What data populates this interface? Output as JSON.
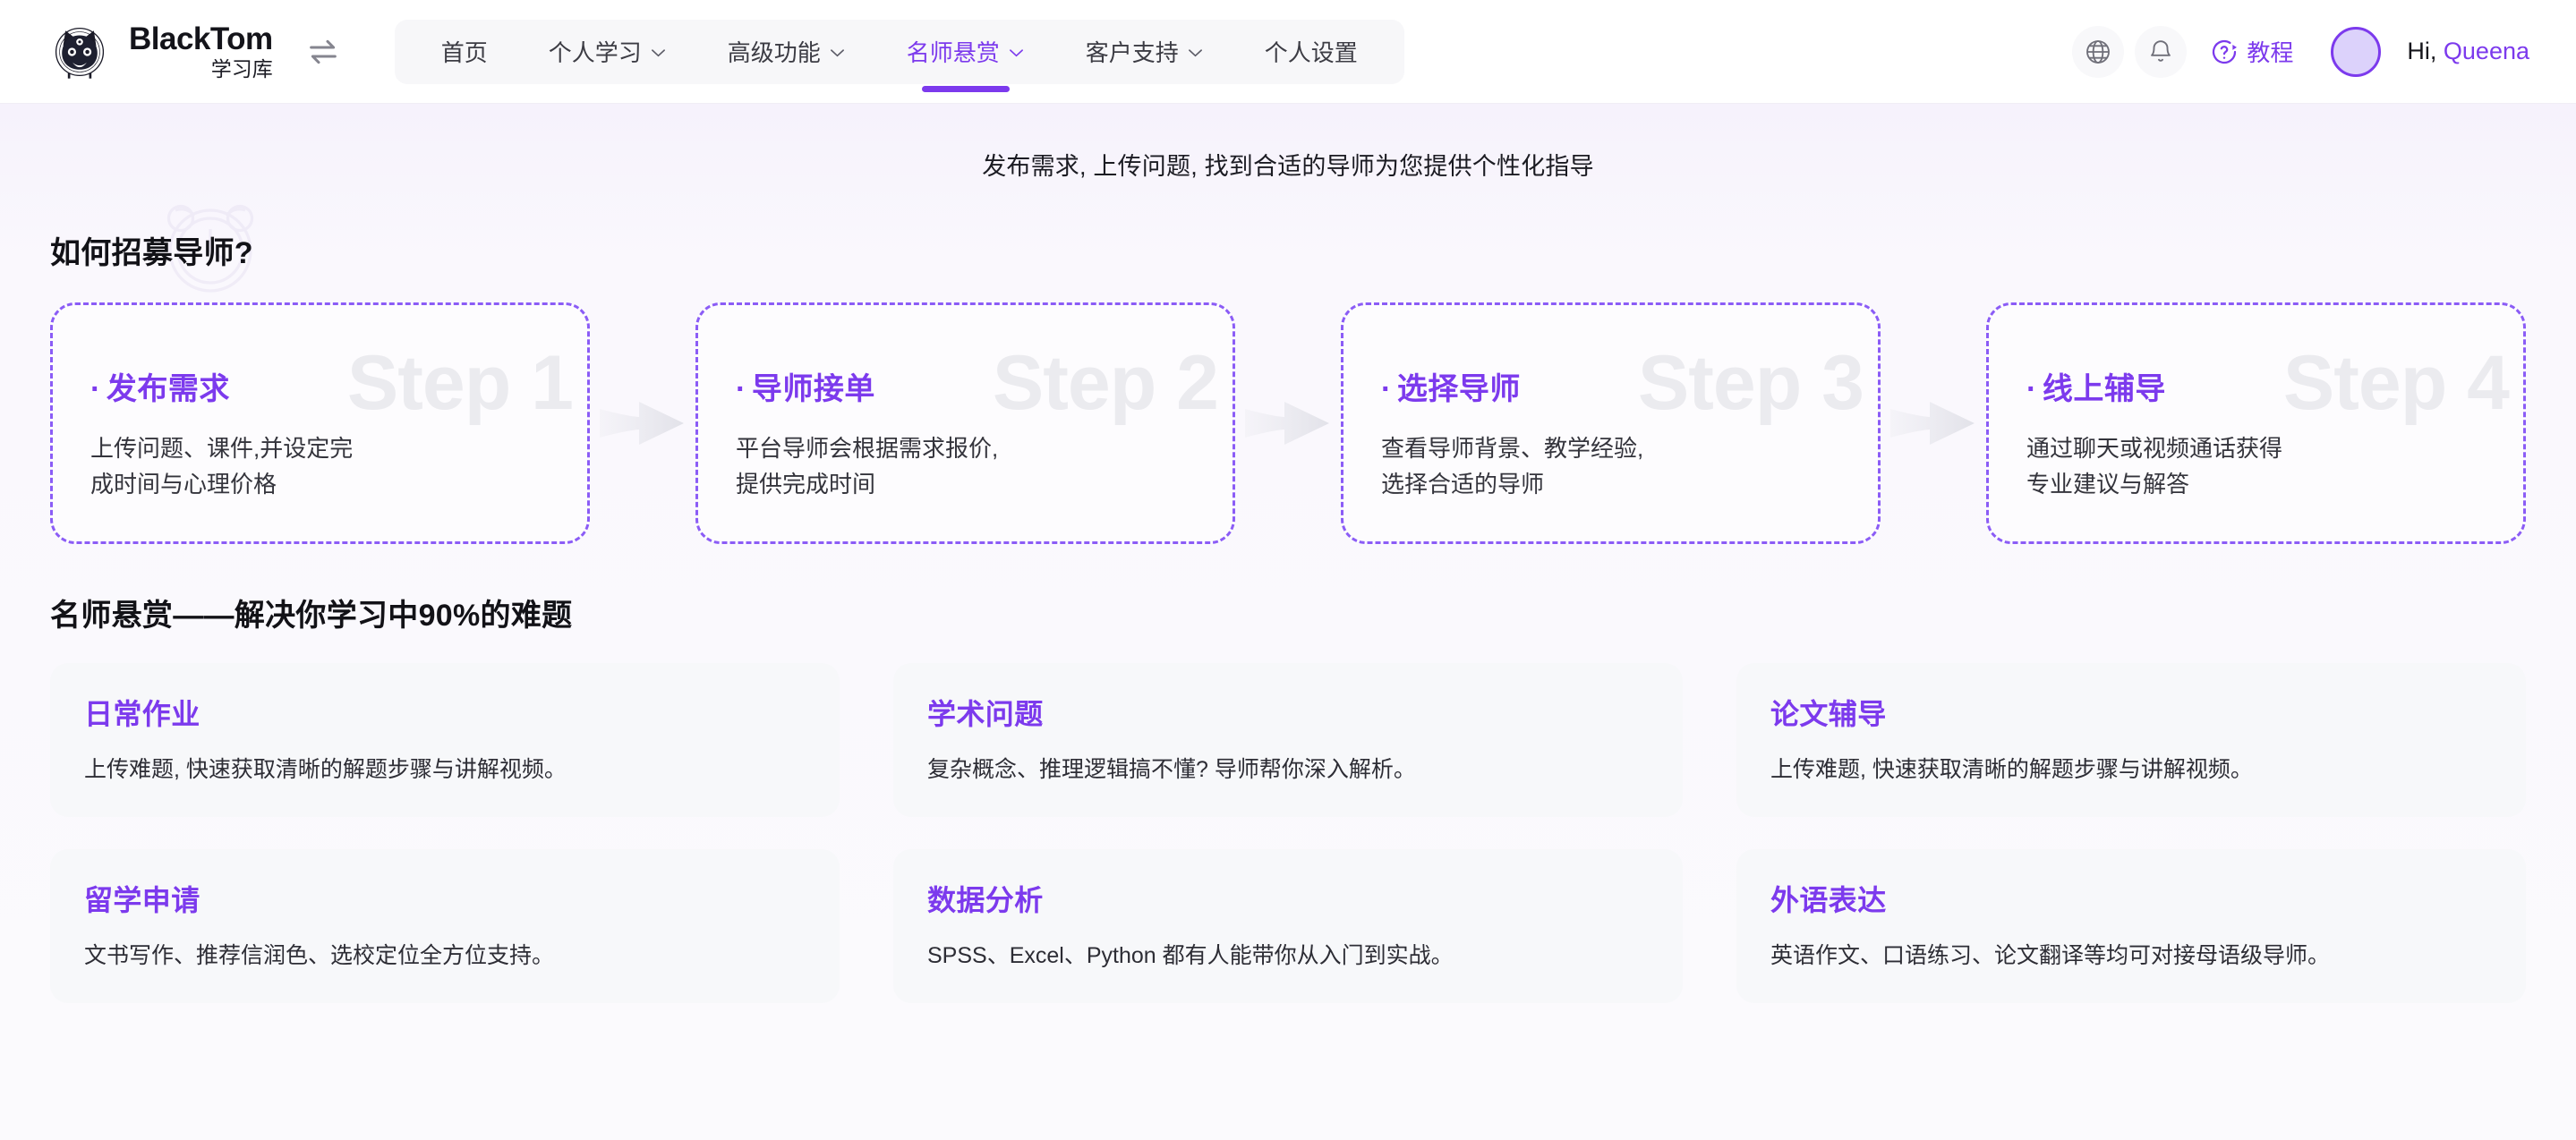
{
  "brand": {
    "name": "BlackTom",
    "sub": "学习库",
    "logo_icon": "cat-head-logo-icon",
    "swap_icon": "swap-arrows-icon"
  },
  "nav": {
    "items": [
      {
        "label": "首页",
        "has_dropdown": false,
        "active": false
      },
      {
        "label": "个人学习",
        "has_dropdown": true,
        "active": false
      },
      {
        "label": "高级功能",
        "has_dropdown": true,
        "active": false
      },
      {
        "label": "名师悬赏",
        "has_dropdown": true,
        "active": true
      },
      {
        "label": "客户支持",
        "has_dropdown": true,
        "active": false
      },
      {
        "label": "个人设置",
        "has_dropdown": false,
        "active": false
      }
    ]
  },
  "header_right": {
    "globe_icon": "globe-icon",
    "bell_icon": "bell-notification-icon",
    "tutorial_icon": "question-circle-icon",
    "tutorial_label": "教程",
    "greet_prefix": "Hi,",
    "user_name": "Queena"
  },
  "page": {
    "tagline": "发布需求, 上传问题, 找到合适的导师为您提供个性化指导"
  },
  "how_section": {
    "title": "如何招募导师?",
    "steps": [
      {
        "watermark": "Step 1",
        "title": "发布需求",
        "desc": "上传问题、课件,并设定完\n成时间与心理价格"
      },
      {
        "watermark": "Step 2",
        "title": "导师接单",
        "desc": "平台导师会根据需求报价,\n提供完成时间"
      },
      {
        "watermark": "Step 3",
        "title": "选择导师",
        "desc": "查看导师背景、教学经验,\n选择合适的导师"
      },
      {
        "watermark": "Step 4",
        "title": "线上辅导",
        "desc": "通过聊天或视频通话获得\n专业建议与解答"
      }
    ]
  },
  "bounty_section": {
    "title": "名师悬赏——解决你学习中90%的难题",
    "cards": [
      {
        "title": "日常作业",
        "desc": "上传难题, 快速获取清晰的解题步骤与讲解视频。"
      },
      {
        "title": "学术问题",
        "desc": "复杂概念、推理逻辑搞不懂? 导师帮你深入解析。"
      },
      {
        "title": "论文辅导",
        "desc": "上传难题, 快速获取清晰的解题步骤与讲解视频。"
      },
      {
        "title": "留学申请",
        "desc": "文书写作、推荐信润色、选校定位全方位支持。"
      },
      {
        "title": "数据分析",
        "desc": "SPSS、Excel、Python 都有人能带你从入门到实战。"
      },
      {
        "title": "外语表达",
        "desc": "英语作文、口语练习、论文翻译等均可对接母语级导师。"
      }
    ]
  },
  "colors": {
    "accent": "#7c3aed",
    "accent_soft": "#8b5cf6",
    "page_bg": "#faf8fd",
    "card_bg": "#f7f8fa",
    "text": "#1b1b20"
  }
}
